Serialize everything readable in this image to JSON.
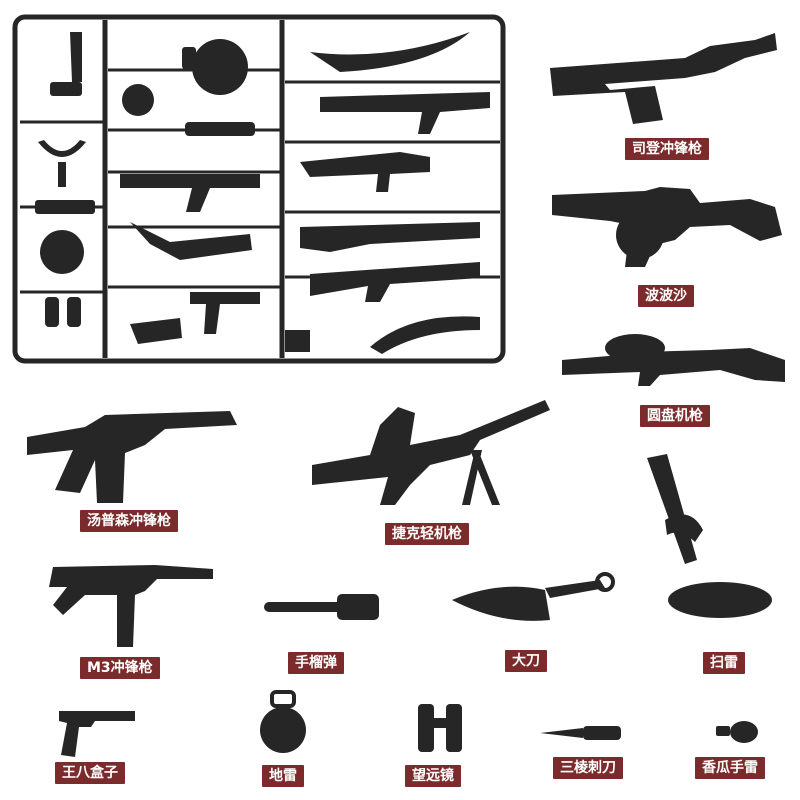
{
  "colors": {
    "background": "#ffffff",
    "plastic": "#262626",
    "label_bg": "#7b2b2b",
    "label_text": "#ffffff"
  },
  "items": [
    {
      "id": "sten",
      "label": "司登冲锋枪"
    },
    {
      "id": "ppsh",
      "label": "波波沙"
    },
    {
      "id": "dp",
      "label": "圆盘机枪"
    },
    {
      "id": "thompson",
      "label": "汤普森冲锋枪"
    },
    {
      "id": "zb26",
      "label": "捷克轻机枪"
    },
    {
      "id": "mortar",
      "label": "扫雷"
    },
    {
      "id": "m3",
      "label": "M3冲锋枪"
    },
    {
      "id": "grenade",
      "label": "手榴弹"
    },
    {
      "id": "dadao",
      "label": "大刀"
    },
    {
      "id": "mauser",
      "label": "王八盒子"
    },
    {
      "id": "landmine",
      "label": "地雷"
    },
    {
      "id": "binoculars",
      "label": "望远镜"
    },
    {
      "id": "bayonet",
      "label": "三棱刺刀"
    },
    {
      "id": "pineapple",
      "label": "香瓜手雷"
    }
  ]
}
